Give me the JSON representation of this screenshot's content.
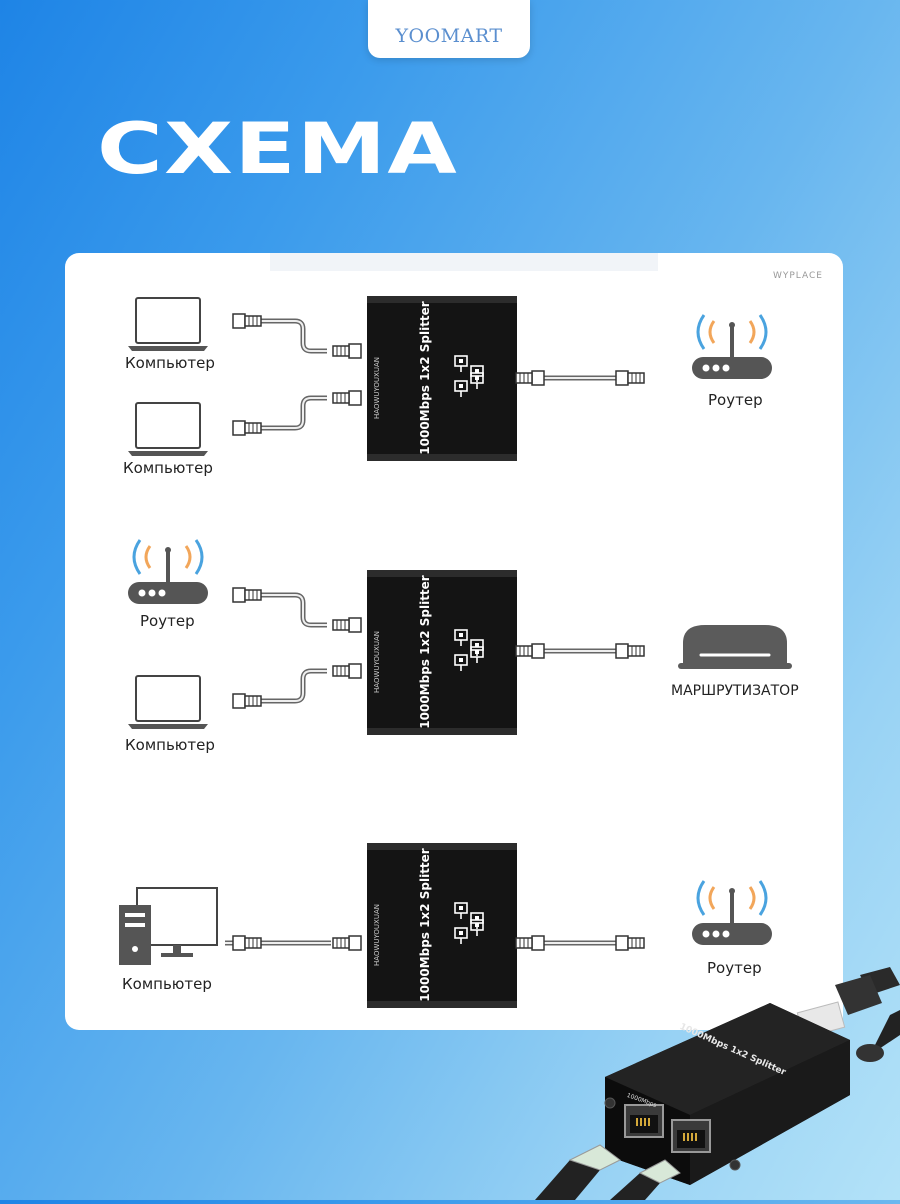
{
  "header": {
    "brand": "YOOMART",
    "title": "СХЕМА"
  },
  "card": {
    "watermark": "WYPLACE"
  },
  "splitter": {
    "model": "1000Mbps 1x2 Splitter",
    "maker": "HAOWUYOUXUAN"
  },
  "diagram1": {
    "left_top_label": "Компьютер",
    "left_bottom_label": "Компьютер",
    "right_label": "Роутер"
  },
  "diagram2": {
    "left_top_label": "Роутер",
    "left_bottom_label": "Компьютер",
    "right_label": "МАРШРУТИЗАТОР"
  },
  "diagram3": {
    "left_label": "Компьютер",
    "right_label": "Роутер"
  },
  "product": {
    "label": "1000Mbps 1x2 Splitter",
    "port_label": "1000Mbps"
  },
  "colors": {
    "accent_blue": "#1e84e6",
    "splitter_black": "#141414",
    "brand_text": "#5b8fcf"
  }
}
